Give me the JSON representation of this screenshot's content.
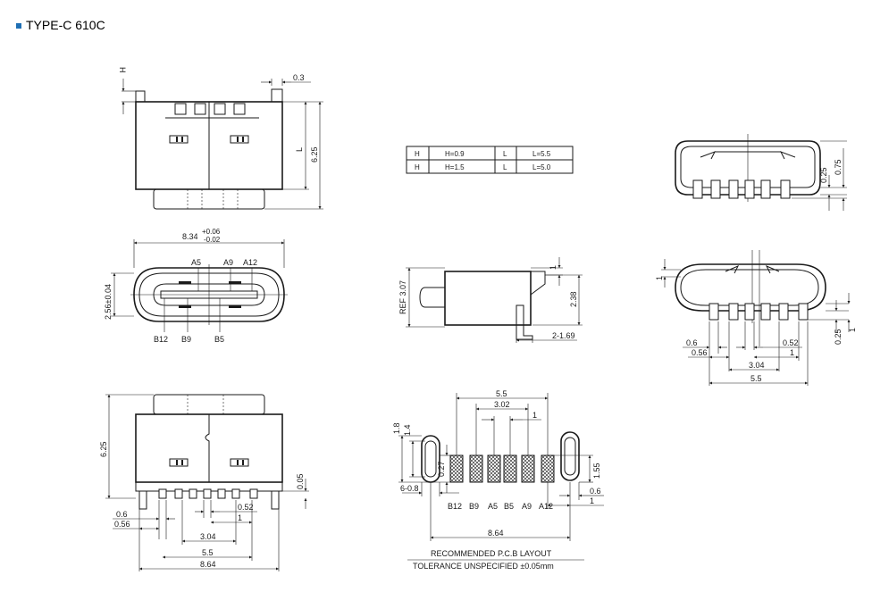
{
  "header": {
    "title": "TYPE-C 610C",
    "bullet_color": "#1f6fb4"
  },
  "side_view": {
    "h_label": "H",
    "dim_top": "0.3",
    "l_label": "L",
    "dim_height": "6.25"
  },
  "front_view": {
    "width_main": "8.34",
    "tol_plus": "+0.06",
    "tol_minus": "-0.02",
    "height": "2.56±0.04",
    "pins_top": [
      "A5",
      "A9",
      "A12"
    ],
    "pins_bottom": [
      "B12",
      "B9",
      "B5"
    ]
  },
  "bottom_view": {
    "dim_height": "6.25",
    "dim_005": "0.05",
    "dim_06": "0.6",
    "dim_052": "0.52",
    "dim_056": "0.56",
    "dim_1": "1",
    "dim_304": "3.04",
    "dim_55": "5.5",
    "dim_864": "8.64"
  },
  "table": {
    "rows": [
      [
        "H",
        "H=0.9",
        "L",
        "L=5.5"
      ],
      [
        "H",
        "H=1.5",
        "L",
        "L=5.0"
      ]
    ]
  },
  "profile_view": {
    "ref": "REF 3.07",
    "dim_1": "1",
    "dim_238": "2.38",
    "dim_169": "2-1.69"
  },
  "end_view": {
    "dim_025": "0.25",
    "dim_075": "0.75"
  },
  "end_view2": {
    "dim_1_left": "1",
    "dim_1_right": "1",
    "dim_025": "0.25",
    "dim_06": "0.6",
    "dim_052": "0.52",
    "dim_056": "0.56",
    "dim_1b": "1",
    "dim_304": "3.04",
    "dim_55": "5.5"
  },
  "pcb_layout": {
    "dim_55": "5.5",
    "dim_302": "3.02",
    "dim_1": "1",
    "dim_18": "1.8",
    "dim_14": "1.4",
    "dim_027": "0.27",
    "dim_155": "1.55",
    "dim_608": "6-0.8",
    "dim_06": "0.6",
    "dim_1b": "1",
    "dim_864": "8.64",
    "pads": [
      "B12",
      "B9",
      "A5",
      "B5",
      "A9",
      "A12"
    ],
    "caption": "RECOMMENDED  P.C.B LAYOUT",
    "tolerance": "TOLERANCE UNSPECIFIED ±0.05mm"
  }
}
